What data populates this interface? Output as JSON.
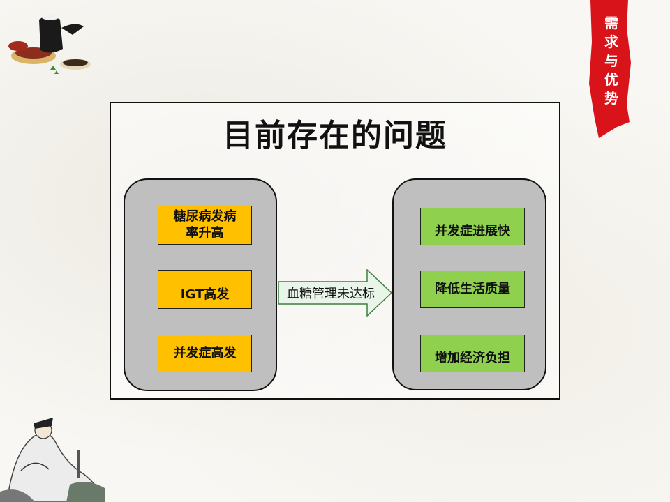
{
  "banner": {
    "chars": [
      "需",
      "求",
      "与",
      "优",
      "势"
    ]
  },
  "title": "目前存在的问题",
  "left_panel": {
    "items": [
      {
        "line1": "糖尿病发病",
        "line2": "率升高"
      },
      {
        "line1": "IGT高发",
        "line2": ""
      },
      {
        "line1": "并发症高发",
        "line2": ""
      }
    ]
  },
  "arrow": {
    "label": "血糖管理未达标"
  },
  "right_panel": {
    "items": [
      "并发症进展快",
      "降低生活质量",
      "增加经济负担"
    ]
  },
  "colors": {
    "orange_box": "#ffc000",
    "green_box": "#8fd14f",
    "panel_gray": "#bfbfbf",
    "banner_red": "#d9131a",
    "arrow_fill": "#eaf5ea",
    "arrow_stroke": "#3f7f3f"
  }
}
